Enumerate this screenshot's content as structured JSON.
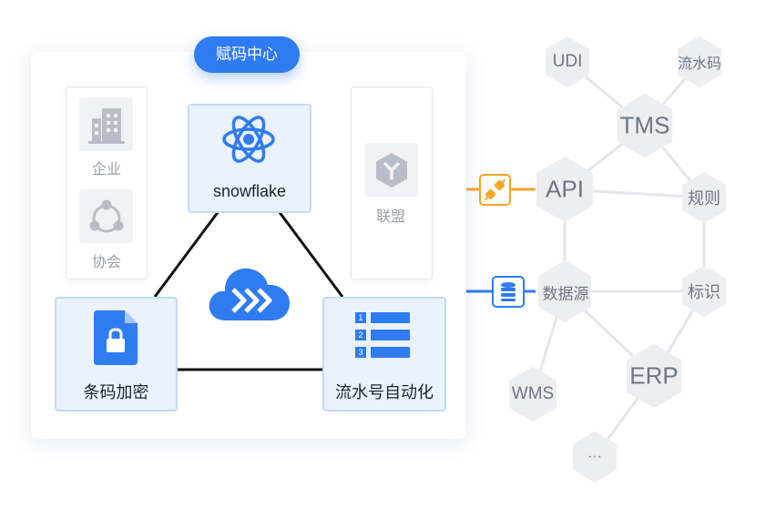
{
  "center": {
    "title": "赋码中心",
    "cards": {
      "snowflake": "snowflake",
      "barcode": "条码加密",
      "serial": "流水号自动化"
    },
    "list_numbers": [
      "1",
      "2",
      "3"
    ],
    "side_items": {
      "enterprise": "企业",
      "association": "协会",
      "alliance": "联盟"
    }
  },
  "network": {
    "nodes": {
      "udi": "UDI",
      "serial_code": "流水码",
      "tms": "TMS",
      "api": "API",
      "rules": "规则",
      "datasource": "数据源",
      "identifier": "标识",
      "wms": "WMS",
      "erp": "ERP",
      "more": "···"
    }
  },
  "colors": {
    "primary": "#2f7bf2",
    "connector_orange": "#f5a623",
    "hex_fill": "#eceef2",
    "hex_text": "#6e7684"
  }
}
